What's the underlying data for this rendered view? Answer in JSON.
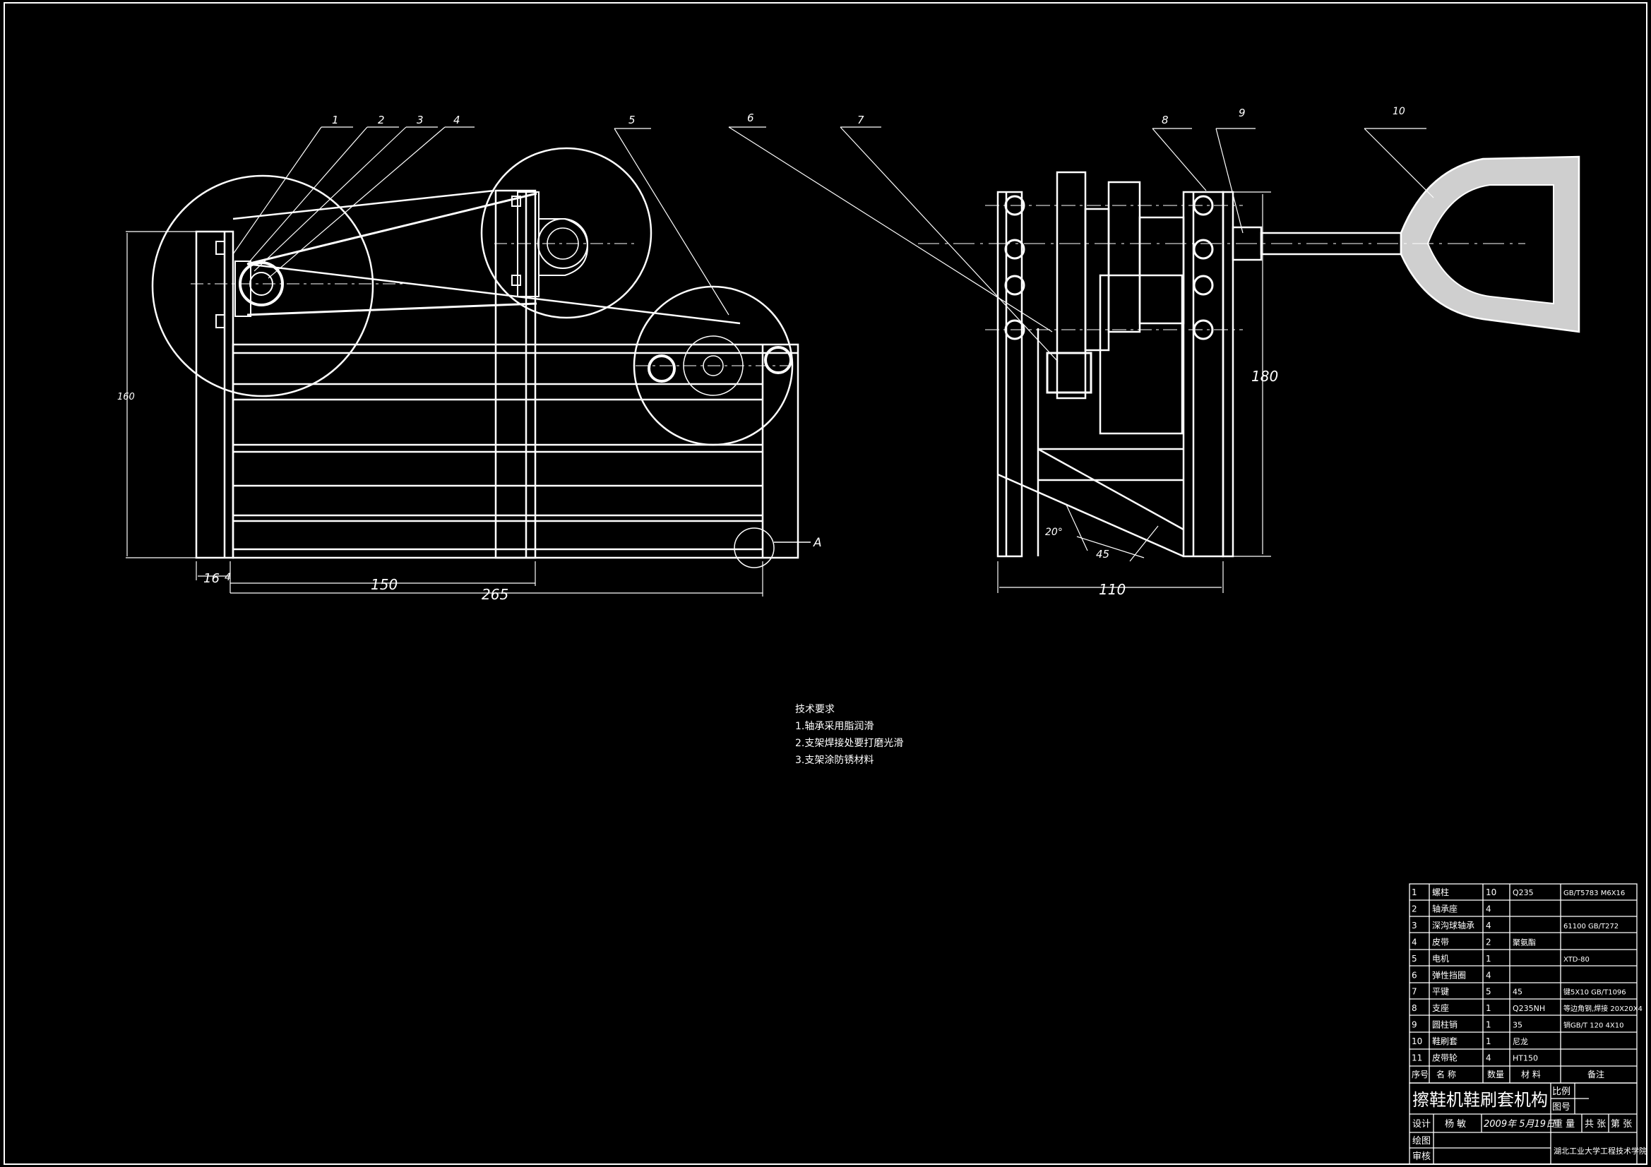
{
  "drawing": {
    "title": "擦鞋机鞋刷套机构",
    "part_callouts": [
      "1",
      "2",
      "3",
      "4",
      "5",
      "6",
      "7",
      "8",
      "9",
      "10"
    ],
    "detail_mark": "A",
    "front_view_dims": {
      "height": "160",
      "d_16": "16",
      "d_4": "4",
      "d_150": "150",
      "d_265": "265"
    },
    "side_view_dims": {
      "height": "180",
      "width": "110",
      "angle": "20°",
      "d_45": "45"
    }
  },
  "tech_requirements": {
    "heading": "技术要求",
    "items": [
      "1.轴承采用脂润滑",
      "2.支架焊接处要打磨光滑",
      "3.支架涂防锈材料"
    ]
  },
  "bom": {
    "rows": [
      {
        "no": "1",
        "name": "螺柱",
        "qty": "10",
        "material": "Q235",
        "note": "GB/T5783 M6X16"
      },
      {
        "no": "2",
        "name": "轴承座",
        "qty": "4",
        "material": "",
        "note": ""
      },
      {
        "no": "3",
        "name": "深沟球轴承",
        "qty": "4",
        "material": "",
        "note": "61100 GB/T272"
      },
      {
        "no": "4",
        "name": "皮带",
        "qty": "2",
        "material": "聚氨酯",
        "note": ""
      },
      {
        "no": "5",
        "name": "电机",
        "qty": "1",
        "material": "",
        "note": "XTD-80"
      },
      {
        "no": "6",
        "name": "弹性挡圈",
        "qty": "4",
        "material": "",
        "note": ""
      },
      {
        "no": "7",
        "name": "平键",
        "qty": "5",
        "material": "45",
        "note": "键5X10 GB/T1096"
      },
      {
        "no": "8",
        "name": "支座",
        "qty": "1",
        "material": "Q235NH",
        "note": "等边角钢,焊接 20X20X4"
      },
      {
        "no": "9",
        "name": "圆柱销",
        "qty": "1",
        "material": "35",
        "note": "销GB/T 120 4X10"
      },
      {
        "no": "10",
        "name": "鞋刷套",
        "qty": "1",
        "material": "尼龙",
        "note": ""
      },
      {
        "no": "11",
        "name": "皮带轮",
        "qty": "4",
        "material": "HT150",
        "note": ""
      }
    ],
    "header": {
      "no": "序号",
      "name": "名 称",
      "qty": "数量",
      "material": "材 料",
      "note": "备注"
    }
  },
  "title_block": {
    "title": "擦鞋机鞋刷套机构",
    "scale_label": "比例",
    "drawing_no_label": "图号",
    "weight_label": "重 量",
    "sheets_label": "共 张",
    "sheet_label": "第 张",
    "design_label": "设计",
    "designer": "杨 敏",
    "date": "2009年 5月19日",
    "drawn_label": "绘图",
    "review_label": "审核",
    "school": "湖北工业大学工程技术学院"
  }
}
